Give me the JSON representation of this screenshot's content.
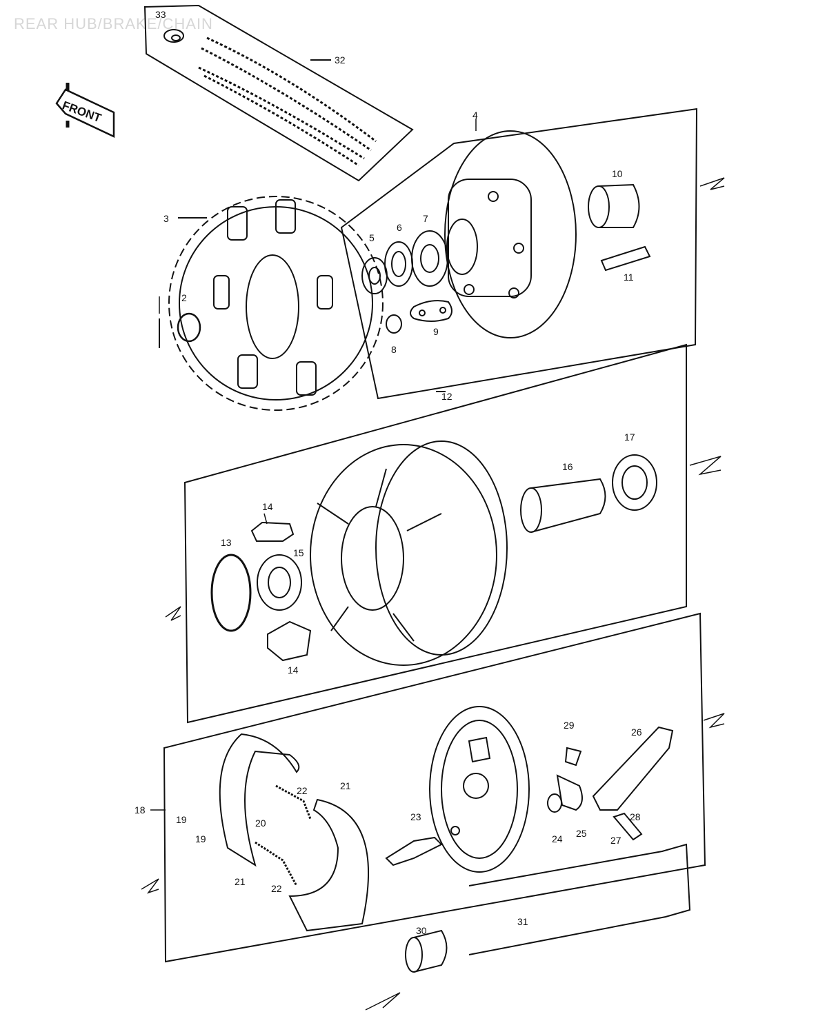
{
  "title": "REAR HUB/BRAKE/CHAIN",
  "front_label": "FRONT",
  "callouts": {
    "c33": "33",
    "c32": "32",
    "c4": "4",
    "c10": "10",
    "c3": "3",
    "c5": "5",
    "c6": "6",
    "c7": "7",
    "c11": "11",
    "c2": "2",
    "c9": "9",
    "c8": "8",
    "c12": "12",
    "c17": "17",
    "c16": "16",
    "c14a": "14",
    "c13": "13",
    "c15": "15",
    "c14b": "14",
    "c29": "29",
    "c26": "26",
    "c18": "18",
    "c22a": "22",
    "c21a": "21",
    "c19a": "19",
    "c20": "20",
    "c19b": "19",
    "c23": "23",
    "c24": "24",
    "c25": "25",
    "c28": "28",
    "c27": "27",
    "c21b": "21",
    "c22b": "22",
    "c31": "31",
    "c30": "30"
  }
}
